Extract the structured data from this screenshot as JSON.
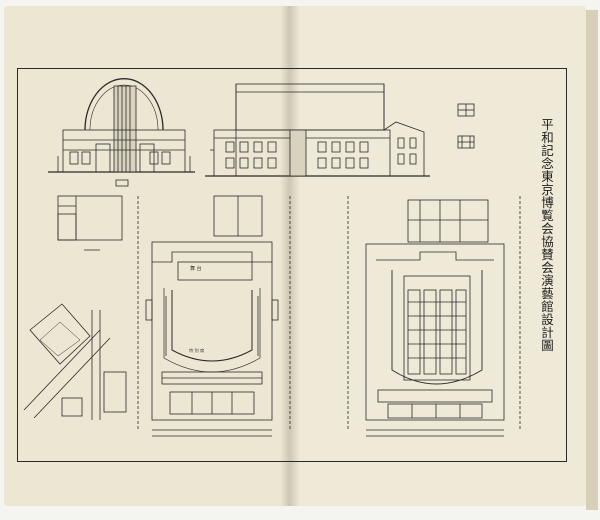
{
  "document": {
    "title": "平和記念東京博覧会協賛会演藝館設計圖"
  },
  "labels": {
    "stage_main": "舞 台",
    "stage_front": "特 別 席"
  },
  "colors": {
    "paper": "#ece6d3",
    "ink": "#2a2a2a",
    "background": "#f4f4f1"
  }
}
